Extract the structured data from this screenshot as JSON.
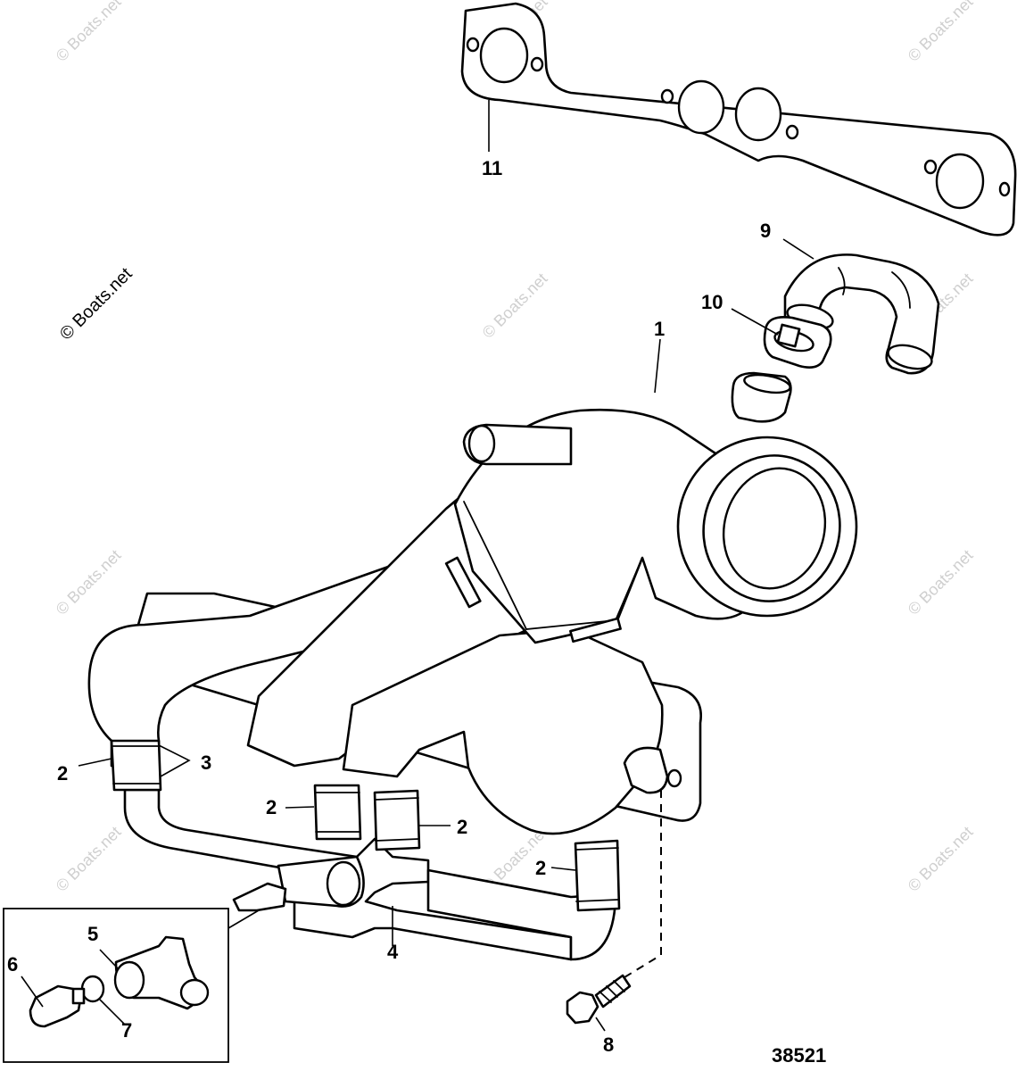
{
  "watermark": "© Boats.net",
  "figure_number": "38521",
  "callouts": {
    "c1": "1",
    "c2a": "2",
    "c2b": "2",
    "c2c": "2",
    "c2d": "2",
    "c3": "3",
    "c4": "4",
    "c5": "5",
    "c6": "6",
    "c7": "7",
    "c8": "8",
    "c9": "9",
    "c10": "10",
    "c11": "11"
  }
}
